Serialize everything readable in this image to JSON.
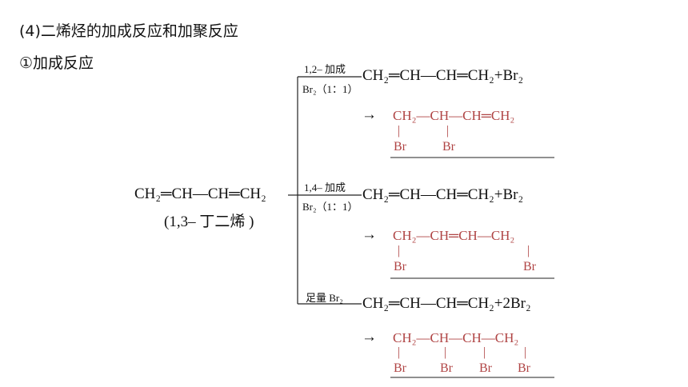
{
  "heading": {
    "section": "(4)二烯烃的加成反应和加聚反应",
    "subsection": "①加成反应"
  },
  "reactant": {
    "formula": "CH₂═CH—CH═CH₂",
    "name": "(1,3– 丁二烯 )"
  },
  "reactions": [
    {
      "condition_top": "1,2– 加成",
      "condition_bottom": "Br₂（1：1）",
      "equation": "CH₂═CH—CH═CH₂+Br₂",
      "arrow": "→",
      "product_chain": "CH₂—CH—CH═CH₂",
      "substituents": [
        "Br",
        "Br"
      ]
    },
    {
      "condition_top": "1,4– 加成",
      "condition_bottom": "Br₂（1：1）",
      "equation": "CH₂═CH—CH═CH₂+Br₂",
      "arrow": "→",
      "product_chain": "CH₂—CH═CH—CH₂",
      "substituents": [
        "Br",
        "Br"
      ]
    },
    {
      "condition_top": "足量 Br₂",
      "equation": "CH₂═CH—CH═CH₂+2Br₂",
      "arrow": "→",
      "product_chain": "CH₂—CH—CH—CH₂",
      "substituents": [
        "Br",
        "Br",
        "Br",
        "Br"
      ]
    }
  ]
}
